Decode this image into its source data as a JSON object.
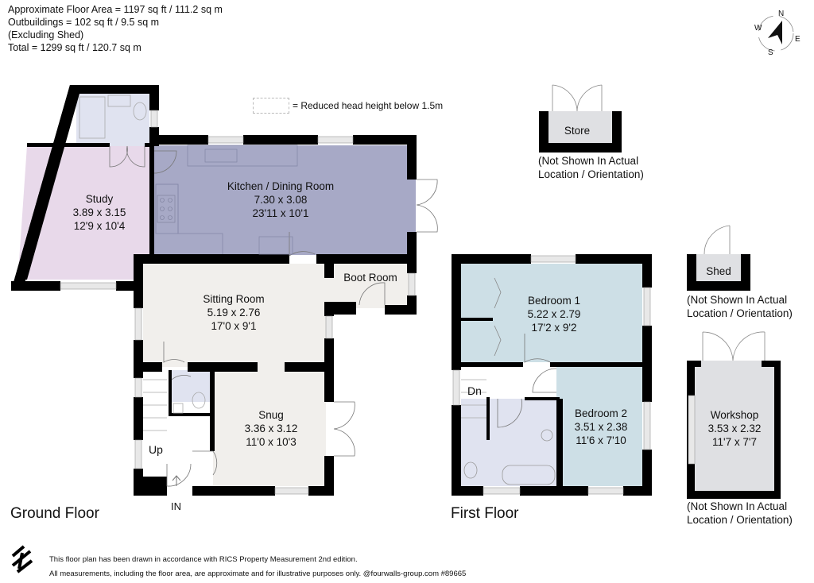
{
  "summary": {
    "line1": "Approximate Floor Area = 1197 sq ft / 111.2 sq m",
    "line2": "Outbuildings = 102 sq ft / 9.5 sq m",
    "line3": "(Excluding Shed)",
    "line4": "Total = 1299 sq ft / 120.7 sq m"
  },
  "legend": {
    "label": "= Reduced head height below 1.5m"
  },
  "compass": {
    "icon": "compass-icon",
    "n": "N",
    "e": "E",
    "s": "S",
    "w": "W"
  },
  "colors": {
    "wall": "#000000",
    "study": "#e8d9ea",
    "kitchen": "#a7a9c6",
    "sitting": "#f1efec",
    "bathroom": "#e0e3f0",
    "bedroom": "#cddfe6",
    "outbuilding": "#dfe0e3"
  },
  "ground_floor": {
    "label": "Ground Floor",
    "entrance": "IN",
    "stairs": "Up",
    "rooms": [
      {
        "name": "Study",
        "metric": "3.89 x 3.15",
        "imperial": "12'9 x 10'4"
      },
      {
        "name": "Kitchen / Dining Room",
        "metric": "7.30 x 3.08",
        "imperial": "23'11 x 10'1"
      },
      {
        "name": "Sitting Room",
        "metric": "5.19 x 2.76",
        "imperial": "17'0 x 9'1"
      },
      {
        "name": "Boot Room"
      },
      {
        "name": "Snug",
        "metric": "3.36 x 3.12",
        "imperial": "11'0 x 10'3"
      }
    ]
  },
  "first_floor": {
    "label": "First Floor",
    "stairs": "Dn",
    "rooms": [
      {
        "name": "Bedroom 1",
        "metric": "5.22 x 2.79",
        "imperial": "17'2 x 9'2"
      },
      {
        "name": "Bedroom 2",
        "metric": "3.51 x 2.38",
        "imperial": "11'6 x 7'10"
      }
    ]
  },
  "outbuildings": [
    {
      "name": "Store",
      "note1": "(Not Shown In Actual",
      "note2": "Location / Orientation)"
    },
    {
      "name": "Shed",
      "note1": "(Not Shown In Actual",
      "note2": "Location / Orientation)"
    },
    {
      "name": "Workshop",
      "metric": "3.53 x 2.32",
      "imperial": "11'7 x 7'7",
      "note1": "(Not Shown In Actual",
      "note2": "Location / Orientation)"
    }
  ],
  "footer": {
    "logo": "fourwalls-logo-icon",
    "line1": "This floor plan has been drawn in accordance with RICS Property Measurement 2nd edition.",
    "line2": "All measurements, including the floor area, are approximate and for illustrative purposes only. @fourwalls-group.com #89665"
  }
}
